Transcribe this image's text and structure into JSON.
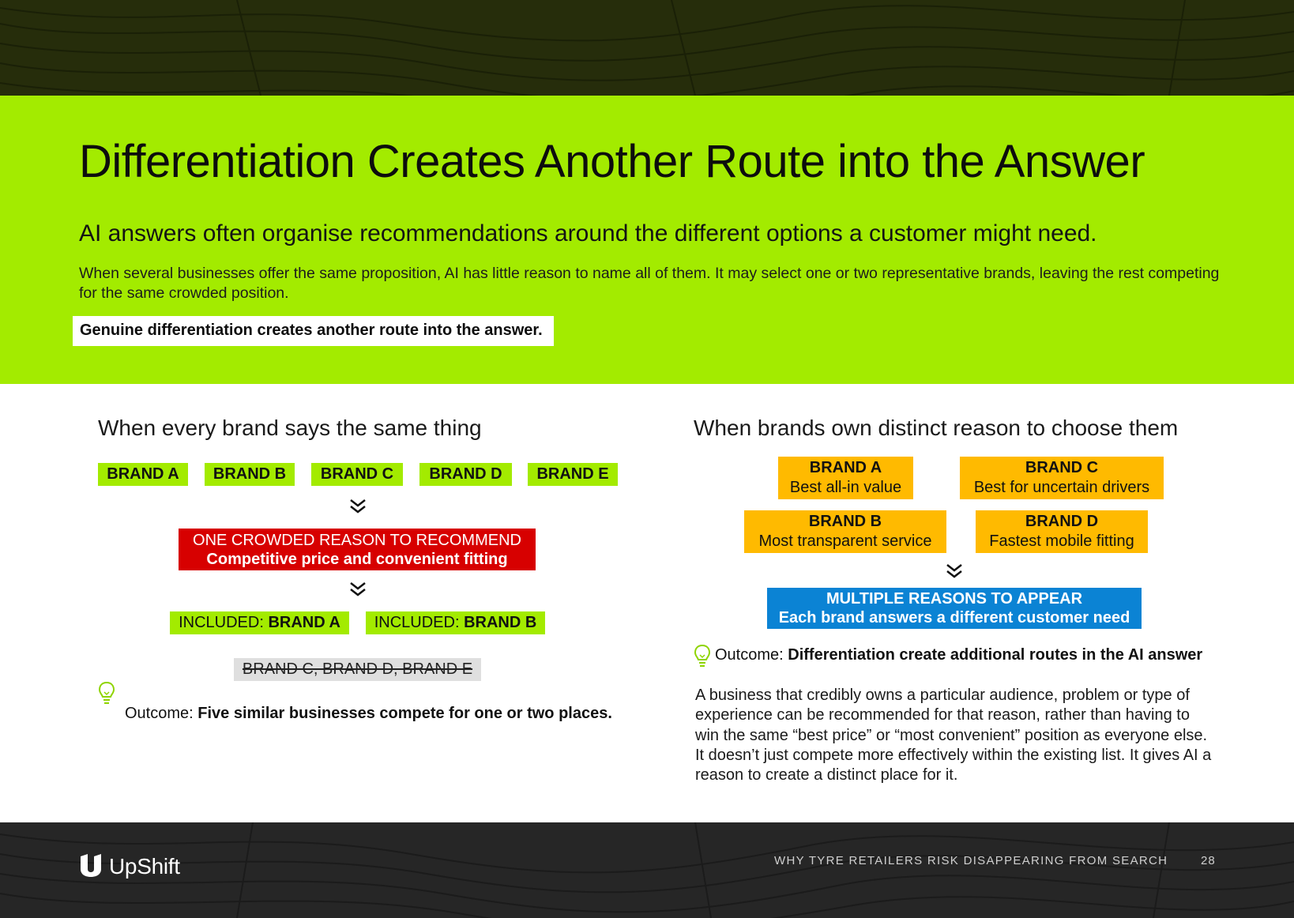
{
  "header": {
    "title": "Differentiation Creates Another Route into the Answer",
    "subtitle": "AI answers often organise recommendations around the different options a customer might need.",
    "intro": "When several businesses offer the same proposition, AI has little reason to name all of them. It may select one or two representative brands, leaving the rest competing for the same crowded position.",
    "highlight": "Genuine differentiation creates another route into the answer."
  },
  "left": {
    "heading": "When every brand says the same thing",
    "brands": [
      "BRAND A",
      "BRAND B",
      "BRAND C",
      "BRAND D",
      "BRAND E"
    ],
    "crowded": {
      "title": "ONE CROWDED REASON TO RECOMMEND",
      "detail": "Competitive price and convenient fitting"
    },
    "included": [
      {
        "label": "INCLUDED:",
        "brand": "BRAND A"
      },
      {
        "label": "INCLUDED:",
        "brand": "BRAND B"
      }
    ],
    "excluded": "BRAND C, BRAND D, BRAND E",
    "outcome_label": "Outcome:",
    "outcome_text": "Five similar businesses compete for one or two places."
  },
  "right": {
    "heading": "When brands own distinct reason to choose them",
    "brands": [
      {
        "name": "BRAND A",
        "reason": "Best all-in value"
      },
      {
        "name": "BRAND C",
        "reason": "Best for uncertain drivers"
      },
      {
        "name": "BRAND B",
        "reason": "Most transparent service"
      },
      {
        "name": "BRAND D",
        "reason": "Fastest mobile fitting"
      }
    ],
    "multiple": {
      "title": "MULTIPLE REASONS TO APPEAR",
      "detail": "Each brand answers a different customer need"
    },
    "outcome_label": "Outcome:",
    "outcome_text": "Differentiation create additional routes in the AI answer",
    "body": "A business that credibly owns a particular audience, problem or type of experience can be recommended for that reason, rather than having to win the same “best price” or “most convenient” position as everyone else. It doesn’t just compete more effectively within the existing list. It gives AI a reason to create a distinct place for it."
  },
  "footer": {
    "brand": "UpShift",
    "document_title": "WHY TYRE RETAILERS RISK DISAPPEARING FROM SEARCH",
    "page_number": "28"
  },
  "colors": {
    "accent_green": "#a3eb00",
    "crowded_red": "#d70000",
    "orange": "#ffba00",
    "blue": "#0b83d4",
    "dark_band": "#262d0b",
    "footer_band": "#262626"
  },
  "icons": [
    "chevron-double-down-icon",
    "lightbulb-icon",
    "upshift-logo-icon"
  ]
}
